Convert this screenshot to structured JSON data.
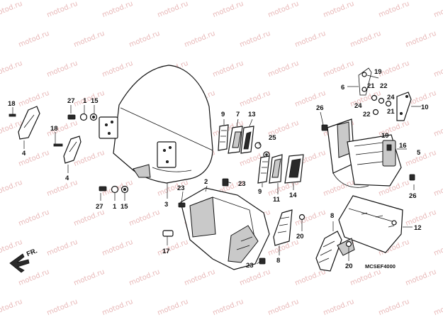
{
  "watermark": "motod.ru",
  "diagram_code": "MCSEF4000",
  "direction": {
    "label": "FR."
  },
  "callouts": {
    "c1a": "1",
    "c1b": "1",
    "c2": "2",
    "c3": "3",
    "c4a": "4",
    "c4b": "4",
    "c5": "5",
    "c6": "6",
    "c7": "7",
    "c8a": "8",
    "c8b": "8",
    "c9a": "9",
    "c9b": "9",
    "c10": "10",
    "c11": "11",
    "c12": "12",
    "c13": "13",
    "c14": "14",
    "c15a": "15",
    "c15b": "15",
    "c16": "16",
    "c17": "17",
    "c18a": "18",
    "c18b": "18",
    "c19a": "19",
    "c19b": "19",
    "c20a": "20",
    "c20b": "20",
    "c21a": "21",
    "c21b": "21",
    "c22a": "22",
    "c22b": "22",
    "c23a": "23",
    "c23b": "23",
    "c23c": "23",
    "c24a": "24",
    "c24b": "24",
    "c25": "25",
    "c26a": "26",
    "c26b": "26",
    "c27a": "27",
    "c27b": "27"
  }
}
